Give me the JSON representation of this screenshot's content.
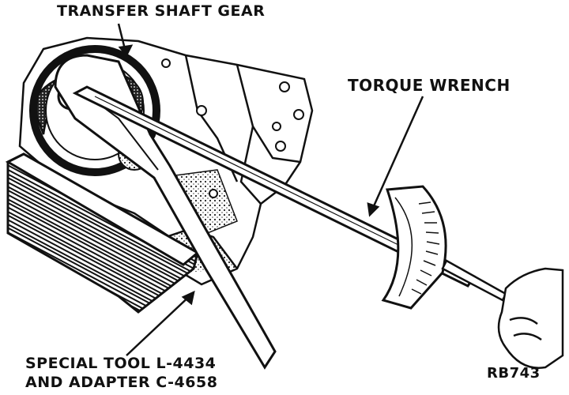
{
  "labels": {
    "transfer_shaft_gear": "TRANSFER SHAFT GEAR",
    "torque_wrench": "TORQUE WRENCH",
    "special_tool_line1": "SPECIAL TOOL L-4434",
    "special_tool_line2": "AND ADAPTER C-4658",
    "figure_code": "RB743"
  }
}
